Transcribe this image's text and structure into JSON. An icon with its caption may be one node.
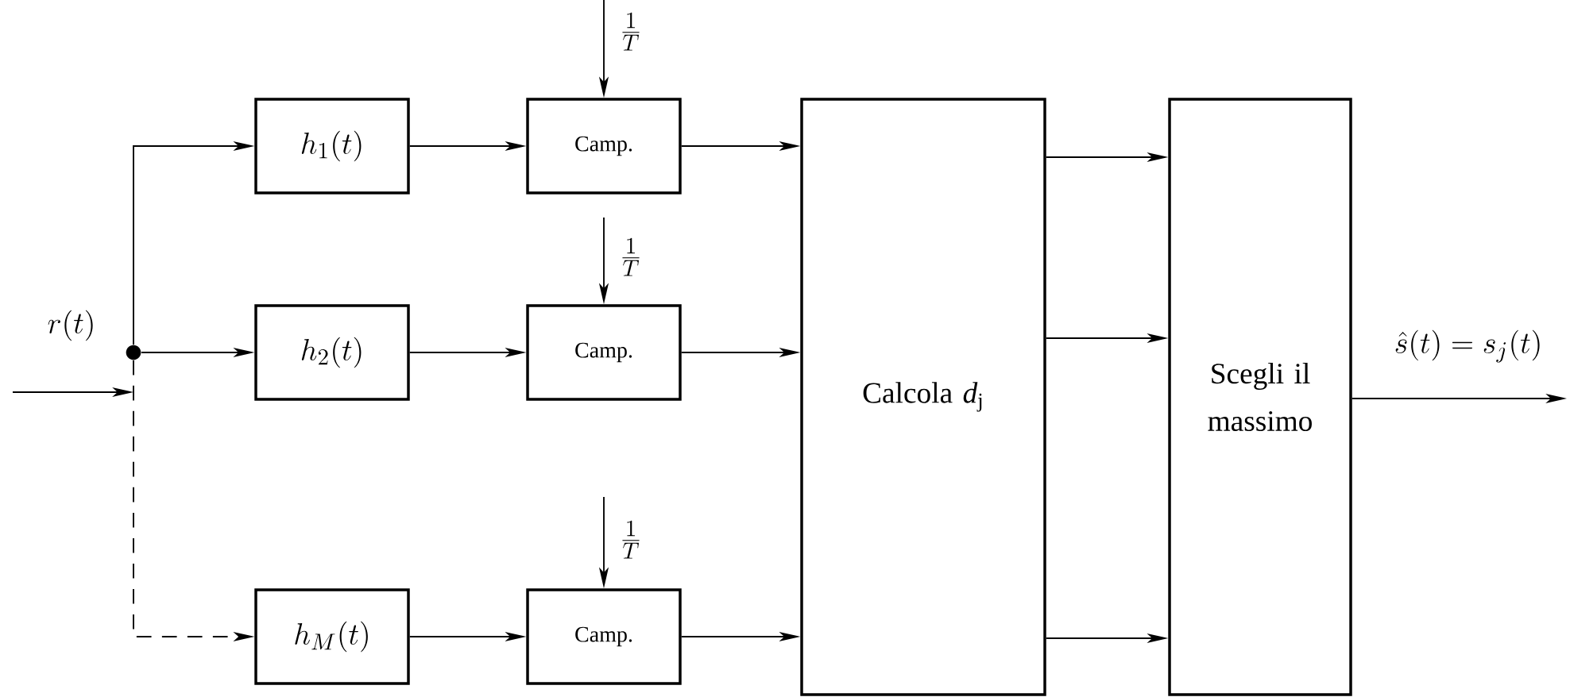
{
  "diagram": {
    "nodes": [
      {
        "text": [],
        "shape": "circle"
      },
      {
        "text": [
          "h_1(t)"
        ]
      },
      {
        "text": [
          "Camp."
        ]
      },
      {
        "text": [
          "h_2(t)"
        ]
      },
      {
        "text": [
          "Camp."
        ]
      },
      {
        "text": [
          "h_M(t)"
        ]
      },
      {
        "text": [
          "Camp."
        ]
      },
      {
        "text": [
          "Calcola *d*$_{j}$"
        ]
      },
      {
        "text": [
          "Scegli il massimo"
        ]
      }
    ],
    "edges": [
      {
        "from": null,
        "to": 0,
        "arrow": "to",
        "label": "r(t)"
      },
      {
        "from": 0,
        "to": 1,
        "arrow": "to"
      },
      {
        "from": 0,
        "to": 3,
        "arrow": "to"
      },
      {
        "from": 0,
        "to": 5,
        "arrow": "to",
        "style": "dashed"
      },
      {
        "from": 1,
        "to": 2,
        "arrow": "to"
      },
      {
        "from": 3,
        "to": 4,
        "arrow": "to"
      },
      {
        "from": 5,
        "to": 6,
        "arrow": "to"
      },
      {
        "from": null,
        "to": 2,
        "arrow": "to",
        "label": "\\frac{1}{T}"
      },
      {
        "from": null,
        "to": 4,
        "arrow": "to",
        "label": "\\frac{1}{T}"
      },
      {
        "from": null,
        "to": 6,
        "arrow": "to",
        "label": "\\frac{1}{T}"
      },
      {
        "from": 2,
        "to": 7,
        "arrow": "to"
      },
      {
        "from": 4,
        "to": 7,
        "arrow": "to"
      },
      {
        "from": 6,
        "to": 7,
        "arrow": "to"
      },
      {
        "from": 7,
        "to": 8,
        "arrow": "to"
      },
      {
        "from": 7,
        "to": 8,
        "arrow": "to"
      },
      {
        "from": 7,
        "to": 8,
        "arrow": "to"
      },
      {
        "from": 8,
        "to": null,
        "arrow": "to",
        "label": "\\hat{s}(t)=s_{j}(t)"
      }
    ]
  }
}
